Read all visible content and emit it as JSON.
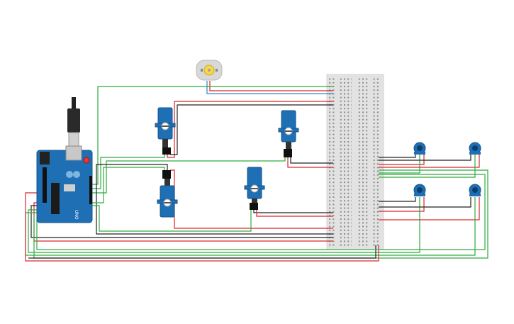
{
  "board": {
    "label": "UNO",
    "color_body": "#1f6fb5",
    "color_dark": "#15548c"
  },
  "components": {
    "motor_icon": "dc-motor-icon",
    "servo_count": 4,
    "potentiometer_count": 4
  },
  "wire_colors": {
    "signal": "#2faa3f",
    "power": "#d9262b",
    "ground": "#222222",
    "motor": "#2a86c7"
  }
}
